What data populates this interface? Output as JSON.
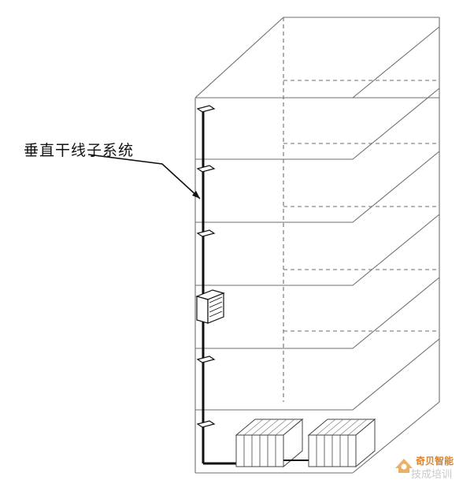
{
  "diagram": {
    "label": "垂直干线子系统",
    "colors": {
      "line": "#6e6e6e",
      "riser": "#111111",
      "text": "#111111"
    }
  },
  "watermark": {
    "brand": "奇贝智能",
    "subtitle": "技成培训",
    "color": "#d9822b"
  }
}
